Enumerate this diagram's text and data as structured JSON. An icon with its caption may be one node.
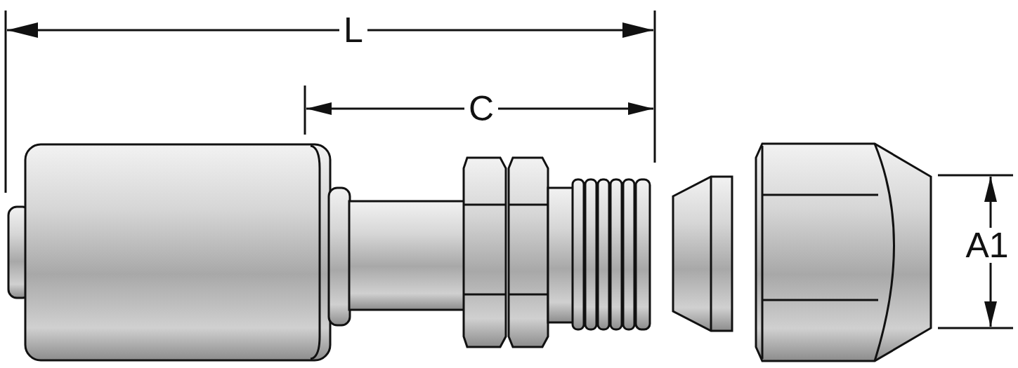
{
  "diagram": {
    "labels": [
      "L",
      "C",
      "A1"
    ]
  }
}
